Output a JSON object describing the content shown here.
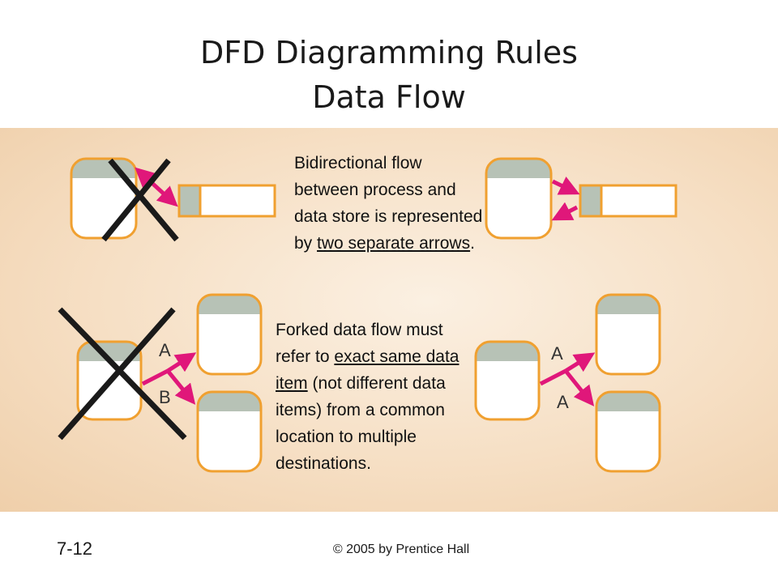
{
  "slide": {
    "title_line1": "DFD Diagramming Rules",
    "title_line2": "Data Flow"
  },
  "rule1": {
    "text_a": "Bidirectional flow between process and data store is represented by ",
    "text_u": "two separate arrows",
    "text_b": "."
  },
  "rule2": {
    "text_a": "Forked data flow must refer to ",
    "text_u": "exact same data item",
    "text_b": " (not different data items) from a common location to multiple destinations."
  },
  "labels": {
    "wrong_fork_top": "A",
    "wrong_fork_bottom": "B",
    "right_fork_top": "A",
    "right_fork_bottom": "A"
  },
  "colors": {
    "arrow": "#e0177a",
    "process_header": "#b7c2b6",
    "cross": "#1a1a1a"
  },
  "footer": {
    "slide_number": "7-12",
    "copyright": "© 2005 by Prentice Hall"
  }
}
